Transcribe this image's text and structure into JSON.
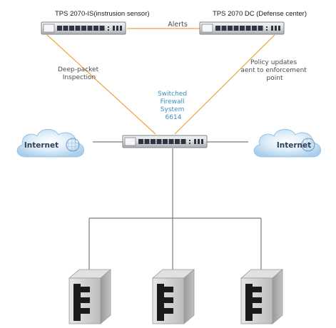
{
  "devices": {
    "sensor": {
      "title": "TPS 2070-IS(instrusion sensor)"
    },
    "defense": {
      "title": "TPS 2070 DC (Defense center)"
    },
    "firewall": {
      "lines": [
        "Switched",
        "Firewall",
        "System",
        "6614"
      ]
    }
  },
  "links": {
    "alerts": "Alerts",
    "deep_packet": [
      "Deep-packet",
      "Inspection"
    ],
    "policy": [
      "Policy updates",
      "aent to enforcement",
      "point"
    ]
  },
  "clouds": {
    "left": "Internet",
    "right": "Internet"
  },
  "colors": {
    "link_orange": "#f2a23c",
    "wire_gray": "#7a7a7a",
    "label_blue": "#3a8fc8",
    "cloud_fill": "#cfe4f6",
    "device_frame": "#8a8f96",
    "server_face": "#c9c9c9"
  },
  "icons": {
    "device": "rack-switch-icon",
    "cloud": "internet-cloud-icon",
    "server": "server-tower-icon"
  }
}
